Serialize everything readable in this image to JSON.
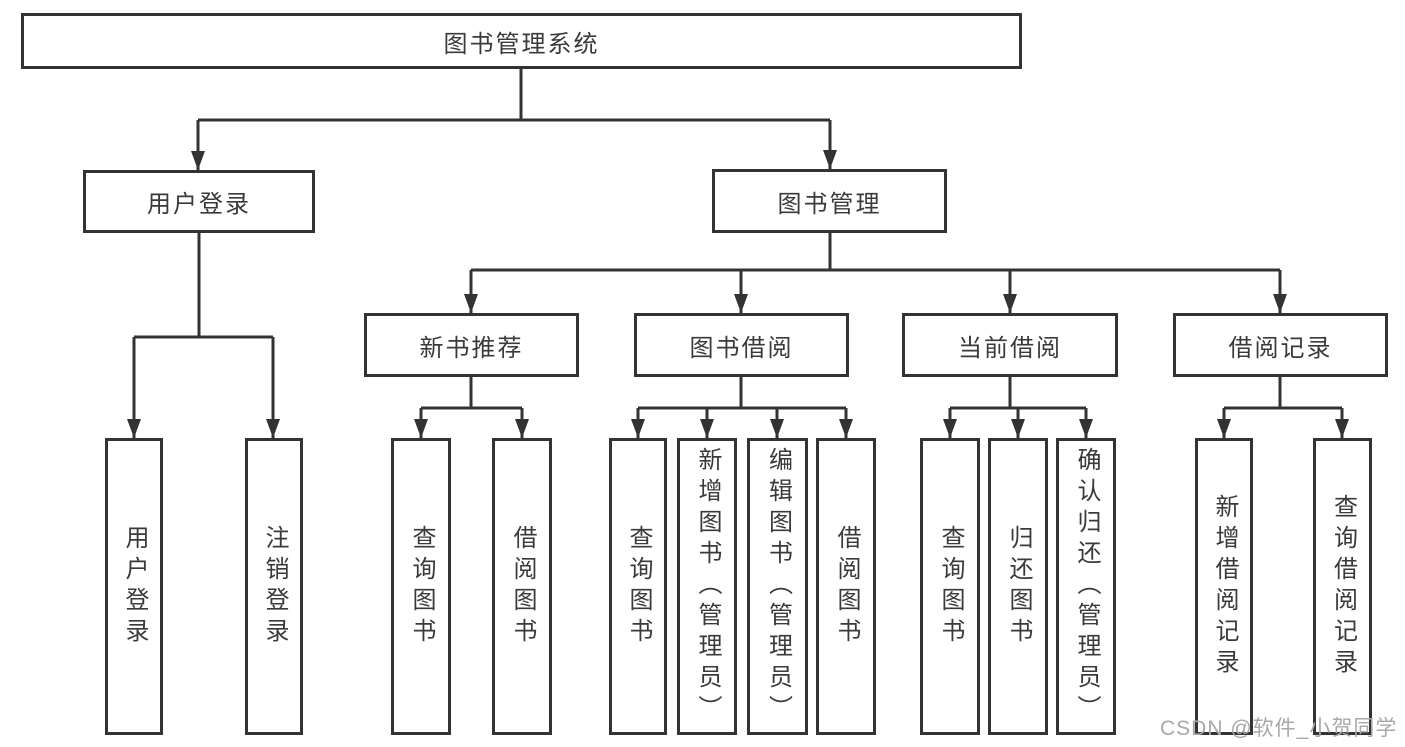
{
  "diagram": {
    "root": "图书管理系统",
    "branches": [
      {
        "label": "用户登录",
        "children": [
          "用户登录",
          "注销登录"
        ]
      },
      {
        "label": "图书管理",
        "sections": [
          {
            "label": "新书推荐",
            "children": [
              "查询图书",
              "借阅图书"
            ]
          },
          {
            "label": "图书借阅",
            "children": [
              "查询图书",
              "新增图书（管理员）",
              "编辑图书（管理员）",
              "借阅图书"
            ]
          },
          {
            "label": "当前借阅",
            "children": [
              "查询图书",
              "归还图书",
              "确认归还（管理员）"
            ]
          },
          {
            "label": "借阅记录",
            "children": [
              "新增借阅记录",
              "查询借阅记录"
            ]
          }
        ]
      }
    ]
  },
  "watermark": {
    "text": "CSDN @软件_小贺同学"
  },
  "colors": {
    "line": "#333333",
    "text": "#3a3a3a",
    "watermark": "#a8a8a8",
    "background": "#ffffff"
  }
}
